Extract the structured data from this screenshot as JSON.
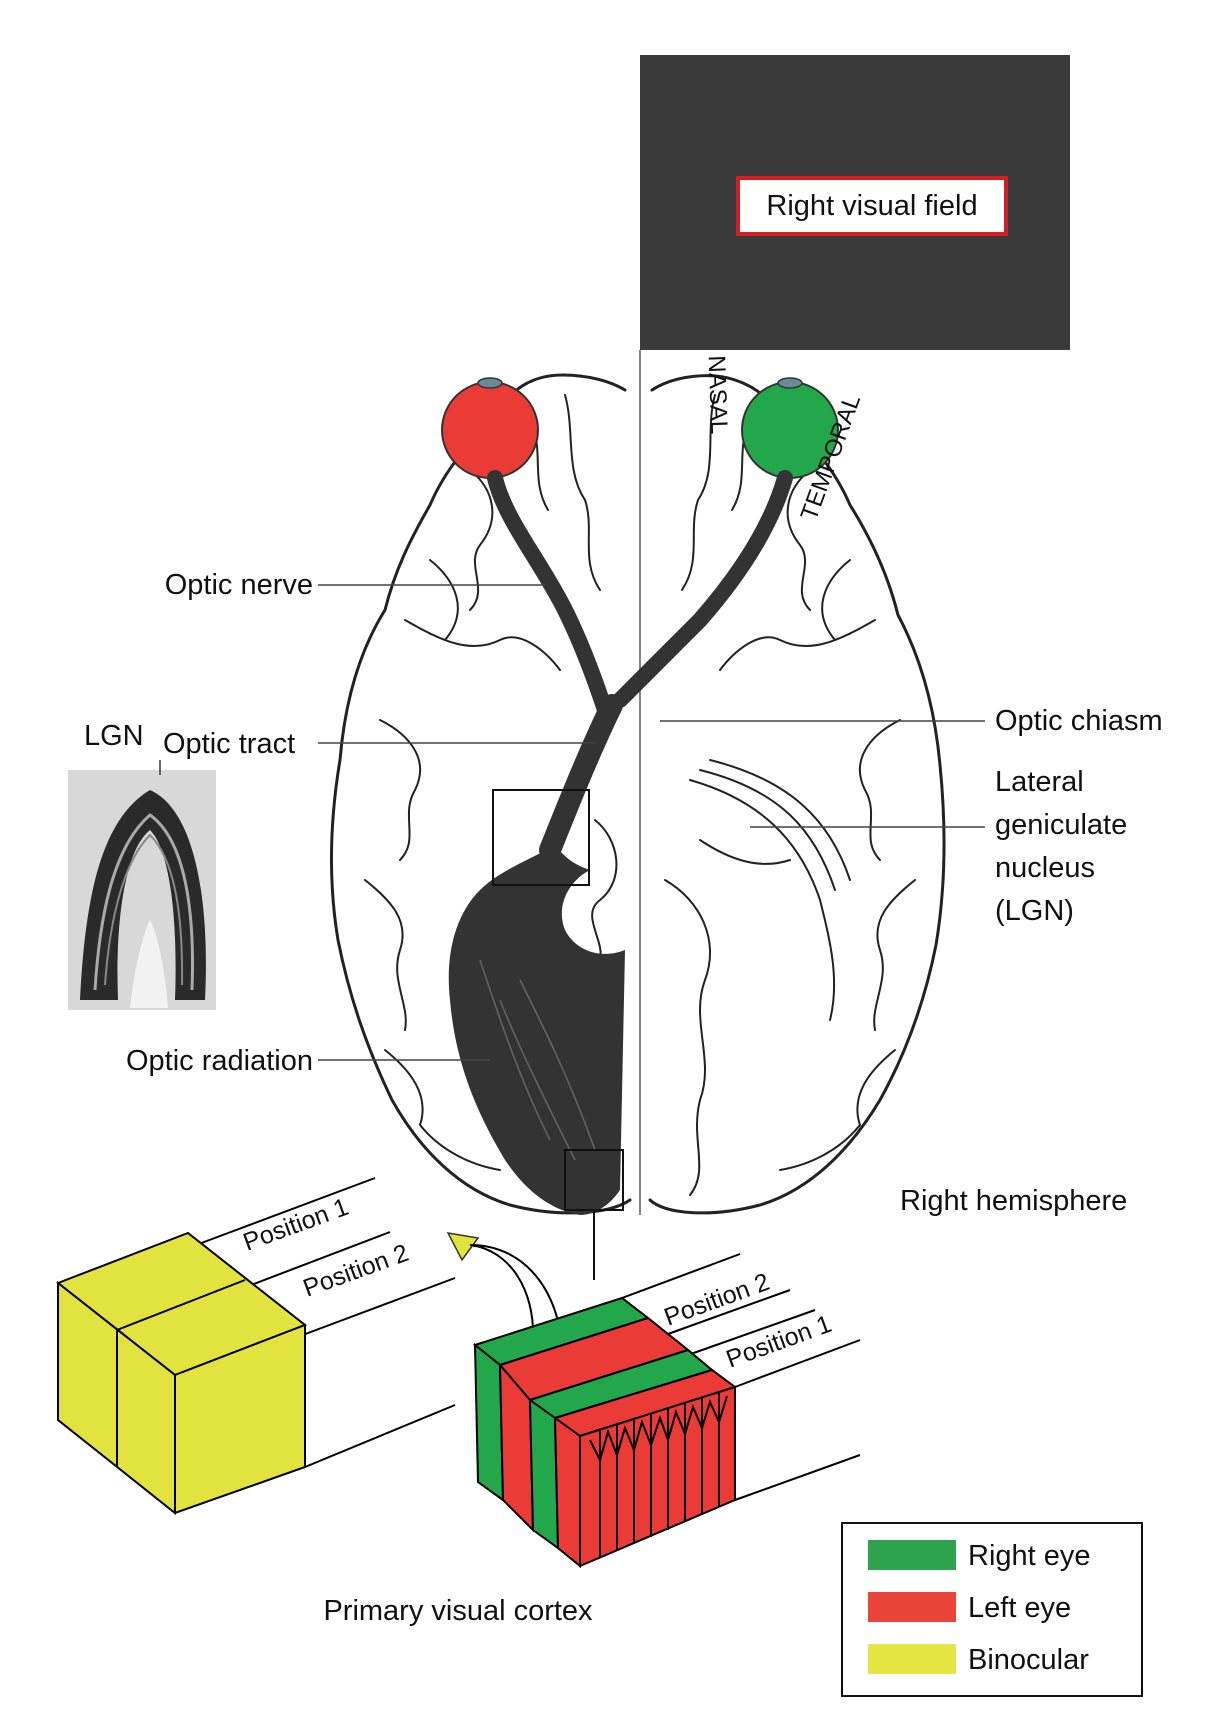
{
  "labels": {
    "right_visual_field": "Right visual field",
    "nasal": "NASAL",
    "temporal": "TEMPORAL",
    "optic_nerve": "Optic nerve",
    "lgn_short": "LGN",
    "optic_tract": "Optic tract",
    "optic_chiasm": "Optic chiasm",
    "lgn_line1": "Lateral",
    "lgn_line2": "geniculate",
    "lgn_line3": "nucleus",
    "lgn_line4": "(LGN)",
    "optic_radiation": "Optic radiation",
    "right_hemisphere": "Right hemisphere",
    "position1_left": "Position 1",
    "position2_left": "Position 2",
    "position2_right": "Position 2",
    "position1_right": "Position 1",
    "primary_visual_cortex": "Primary visual cortex"
  },
  "legend": [
    {
      "label": "Right eye",
      "color": "#2ea44f"
    },
    {
      "label": "Left eye",
      "color": "#e8443a"
    },
    {
      "label": "Binocular",
      "color": "#e5e544"
    }
  ],
  "colors": {
    "right_eye": "#22a84a",
    "left_eye": "#ea3b36",
    "binocular": "#e3e33f",
    "visual_field_bg": "#3a3a3a",
    "pathway": "#333333",
    "highlight_border": "#d21f26"
  }
}
